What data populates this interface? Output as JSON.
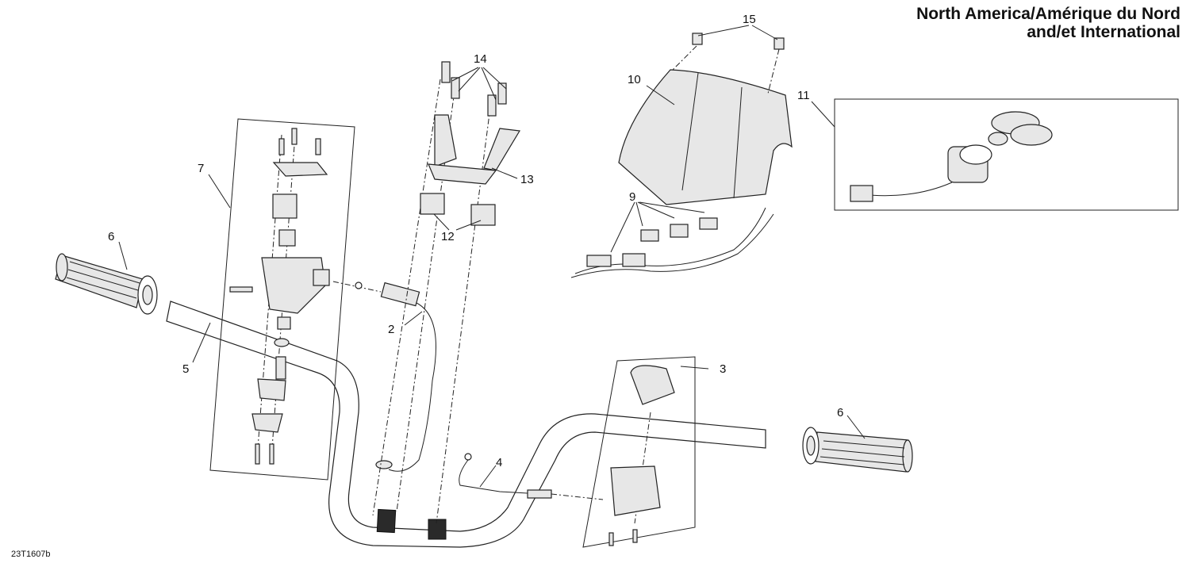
{
  "header": {
    "region_line1": "North America/Amérique du Nord",
    "region_line2": "and/et International"
  },
  "diagram_code": "23T1607b",
  "callouts": {
    "c1": "2",
    "c2": "3",
    "c3": "4",
    "c4": "5",
    "c5": "6",
    "c6": "6",
    "c7": "7",
    "c8": "9",
    "c9": "10",
    "c10": "11",
    "c11": "12",
    "c12": "13",
    "c13": "14",
    "c14": "15"
  }
}
